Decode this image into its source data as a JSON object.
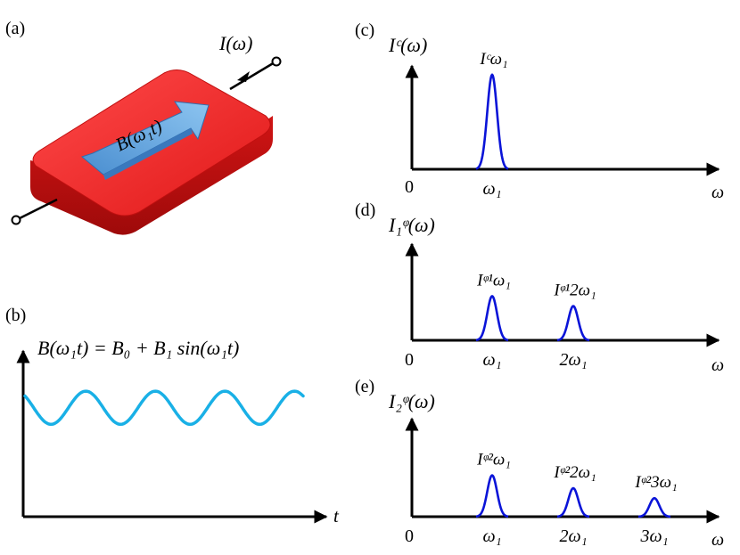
{
  "colors": {
    "peak": "#0a14d8",
    "wave": "#19b0e6",
    "device": "#e21e1e",
    "device_dark": "#b40f0f",
    "arrow": "#5aa0dc",
    "axis": "#000000"
  },
  "panel_a": {
    "label": "(a)",
    "current_label": "I(ω)",
    "field_label": "B(ω₁t)"
  },
  "panel_b": {
    "label": "(b)",
    "equation": "B(ω₁t) = B₀ + B₁ sin(ω₁t)",
    "x_label": "t",
    "wave_periods": 4,
    "wave_offset": 0.55,
    "wave_amplitude": 0.1
  },
  "panel_c": {
    "label": "(c)",
    "y_label": "Iᶜ(ω)",
    "origin_label": "0",
    "x_label": "ω",
    "ticks": [
      "ω₁"
    ],
    "peaks": [
      {
        "position": 1,
        "height": 1.0,
        "label": "Iᶜω₁"
      }
    ]
  },
  "panel_d": {
    "label": "(d)",
    "y_label": "I₁ᵠ(ω)",
    "origin_label": "0",
    "x_label": "ω",
    "ticks": [
      "ω₁",
      "2ω₁"
    ],
    "peaks": [
      {
        "position": 1,
        "height": 0.62,
        "label": "Iᵠ¹ω₁"
      },
      {
        "position": 2,
        "height": 0.48,
        "label": "Iᵠ¹2ω₁"
      }
    ]
  },
  "panel_e": {
    "label": "(e)",
    "y_label": "I₂ᵠ(ω)",
    "origin_label": "0",
    "x_label": "ω",
    "ticks": [
      "ω₁",
      "2ω₁",
      "3ω₁"
    ],
    "peaks": [
      {
        "position": 1,
        "height": 0.58,
        "label": "Iᵠ²ω₁"
      },
      {
        "position": 2,
        "height": 0.4,
        "label": "Iᵠ²2ω₁"
      },
      {
        "position": 3,
        "height": 0.26,
        "label": "Iᵠ²3ω₁"
      }
    ]
  }
}
